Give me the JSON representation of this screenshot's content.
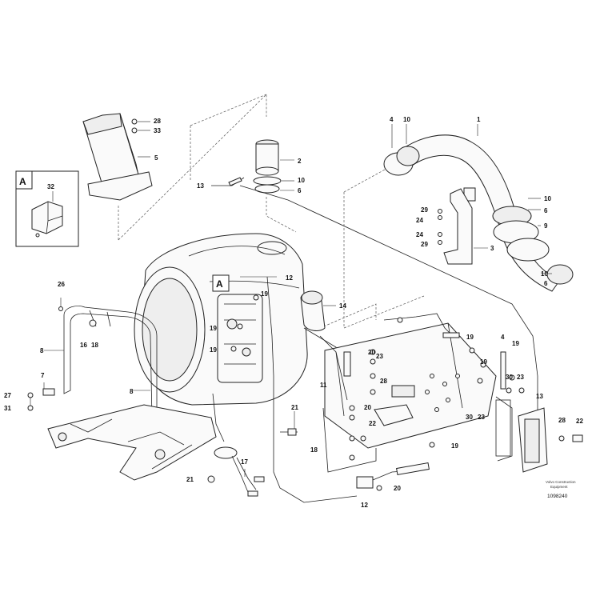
{
  "detail": {
    "letter": "A",
    "part_label": "32"
  },
  "tank_callout": "A",
  "callouts": [
    {
      "id": "c1",
      "text": "1"
    },
    {
      "id": "c2",
      "text": "2"
    },
    {
      "id": "c3",
      "text": "3"
    },
    {
      "id": "c4a",
      "text": "4"
    },
    {
      "id": "c4b",
      "text": "4"
    },
    {
      "id": "c5",
      "text": "5"
    },
    {
      "id": "c6a",
      "text": "6"
    },
    {
      "id": "c6b",
      "text": "6"
    },
    {
      "id": "c6c",
      "text": "6"
    },
    {
      "id": "c7",
      "text": "7"
    },
    {
      "id": "c8a",
      "text": "8"
    },
    {
      "id": "c8b",
      "text": "8"
    },
    {
      "id": "c9",
      "text": "9"
    },
    {
      "id": "c10a",
      "text": "10"
    },
    {
      "id": "c10b",
      "text": "10"
    },
    {
      "id": "c10c",
      "text": "10"
    },
    {
      "id": "c10d",
      "text": "10"
    },
    {
      "id": "c11",
      "text": "11"
    },
    {
      "id": "c12a",
      "text": "12"
    },
    {
      "id": "c12b",
      "text": "12"
    },
    {
      "id": "c13a",
      "text": "13"
    },
    {
      "id": "c13b",
      "text": "13"
    },
    {
      "id": "c14",
      "text": "14"
    },
    {
      "id": "c16",
      "text": "16"
    },
    {
      "id": "c17",
      "text": "17"
    },
    {
      "id": "c18a",
      "text": "18"
    },
    {
      "id": "c18b",
      "text": "18"
    },
    {
      "id": "c19a",
      "text": "19"
    },
    {
      "id": "c19b",
      "text": "19"
    },
    {
      "id": "c19c",
      "text": "19"
    },
    {
      "id": "c19d",
      "text": "19"
    },
    {
      "id": "c19e",
      "text": "19"
    },
    {
      "id": "c19f",
      "text": "19"
    },
    {
      "id": "c19g",
      "text": "19"
    },
    {
      "id": "c20a",
      "text": "20"
    },
    {
      "id": "c20b",
      "text": "20"
    },
    {
      "id": "c20c",
      "text": "20"
    },
    {
      "id": "c21a",
      "text": "21"
    },
    {
      "id": "c21b",
      "text": "21"
    },
    {
      "id": "c22a",
      "text": "22"
    },
    {
      "id": "c22b",
      "text": "22"
    },
    {
      "id": "c23a",
      "text": "23"
    },
    {
      "id": "c23b",
      "text": "23"
    },
    {
      "id": "c23c",
      "text": "23"
    },
    {
      "id": "c24a",
      "text": "24"
    },
    {
      "id": "c24b",
      "text": "24"
    },
    {
      "id": "c26",
      "text": "26"
    },
    {
      "id": "c27",
      "text": "27"
    },
    {
      "id": "c28a",
      "text": "28"
    },
    {
      "id": "c28b",
      "text": "28"
    },
    {
      "id": "c28c",
      "text": "28"
    },
    {
      "id": "c29a",
      "text": "29"
    },
    {
      "id": "c29b",
      "text": "29"
    },
    {
      "id": "c30a",
      "text": "30"
    },
    {
      "id": "c30b",
      "text": "30"
    },
    {
      "id": "c31",
      "text": "31"
    },
    {
      "id": "c33",
      "text": "33"
    }
  ],
  "footer": {
    "source_line1": "Volvo Construction",
    "source_line2": "Equipment",
    "drawing_code": "1098240"
  }
}
